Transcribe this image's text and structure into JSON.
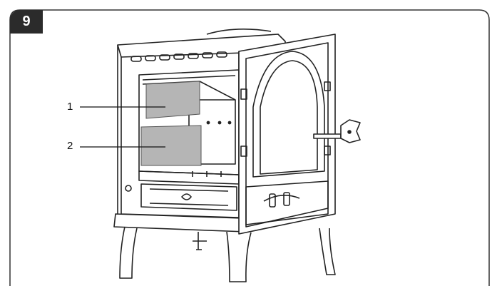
{
  "figure": {
    "step_number": "9",
    "callouts": [
      {
        "label": "1"
      },
      {
        "label": "2"
      }
    ]
  },
  "colors": {
    "frame_stroke": "#333333",
    "badge_fill": "#2b2b2b",
    "panel_fill": "#b5b5b5",
    "line": "#222222"
  }
}
